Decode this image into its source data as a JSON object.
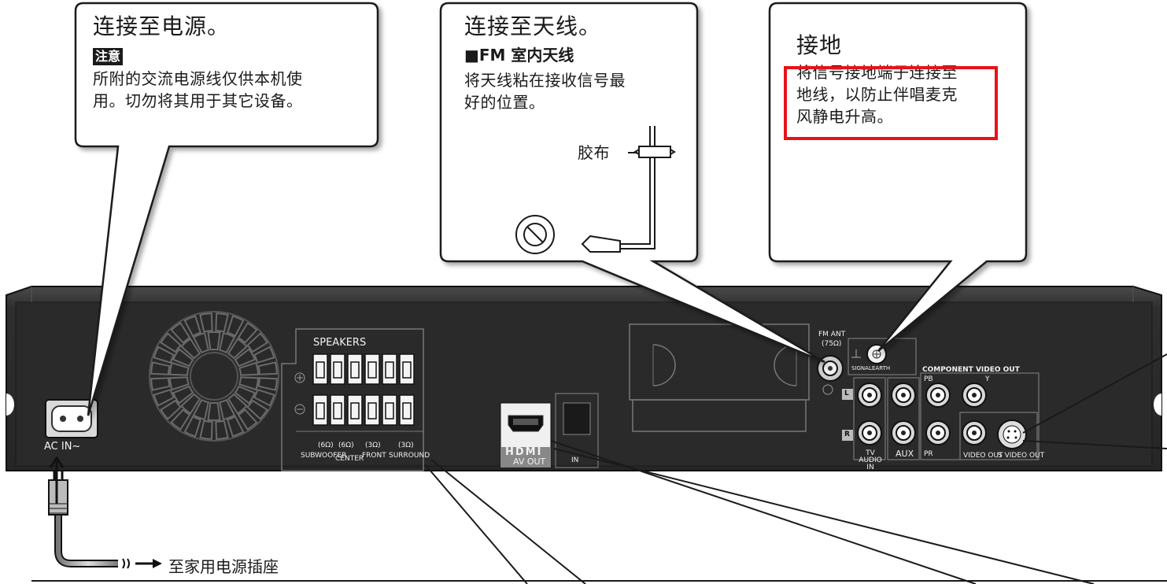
{
  "callouts": {
    "power": {
      "title": "连接至电源。",
      "note_label": "注意",
      "lines": [
        "所附的交流电源线仅供本机使",
        "用。切勿将其用于其它设备。"
      ]
    },
    "antenna": {
      "title": "连接至天线。",
      "subheading": "■FM 室内天线",
      "lines": [
        "将天线粘在接收信号最",
        "好的位置。"
      ],
      "tape_label": "胶布"
    },
    "ground": {
      "title": "接地",
      "lines": [
        "将信号接地端子连接至",
        "地线，以防止伴唱麦克",
        "风静电升高。"
      ]
    }
  },
  "panel": {
    "speakers": "SPEAKERS",
    "subwoofer": "SUBWOOFER",
    "center": "CENTER",
    "front": "FRONT",
    "surround": "SURROUND",
    "ohm_6": "(6Ω)",
    "ohm_3": "(3Ω)",
    "hdmi_logo": "HDMI",
    "av_out": "AV OUT",
    "in": "IN",
    "fm_ant": "FM ANT",
    "fm_ohm": "(75Ω)",
    "signal": "SIGNAL",
    "earth": "EARTH",
    "component_video_out": "COMPONENT VIDEO OUT",
    "pb": "PB",
    "pr": "PR",
    "y": "Y",
    "tv_audio_in": "TV AUDIO IN",
    "aux": "AUX",
    "video_out": "VIDEO OUT",
    "s_video_out": "S VIDEO OUT",
    "ac_in": "AC IN~",
    "l": "L",
    "r": "R"
  },
  "bottom": {
    "outlet_label": "至家用电源插座"
  },
  "colors": {
    "panel_dark": "#2b2b2b",
    "panel_mid": "#3d3d3d",
    "highlight_red": "#e8121a"
  }
}
